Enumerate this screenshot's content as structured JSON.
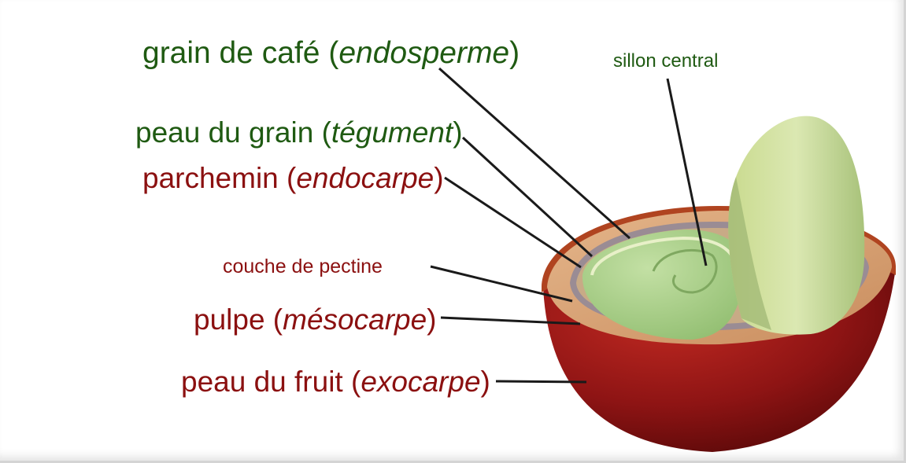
{
  "labels": {
    "endosperm": {
      "main": "grain de café (",
      "term": "endosperme",
      "end": ")"
    },
    "tegument": {
      "main": "peau du grain (",
      "term": "tégument",
      "end": ")"
    },
    "endocarp": {
      "main": "parchemin (",
      "term": "endocarpe",
      "end": ")"
    },
    "pectin": {
      "text": "couche de pectine"
    },
    "mesocarp": {
      "main": "pulpe (",
      "term": "mésocarpe",
      "end": ")"
    },
    "exocarp": {
      "main": "peau du fruit (",
      "term": "exocarpe",
      "end": ")"
    },
    "furrow": {
      "text": "sillon central"
    }
  },
  "colors": {
    "green_text": "#1f5a12",
    "red_text": "#8b1010",
    "exocarp": "#8e1414",
    "mesocarp": "#d9a878",
    "parchment": "#9a8c94",
    "bean": "#a9cf8a",
    "bean_back": "#cfe0a2"
  }
}
